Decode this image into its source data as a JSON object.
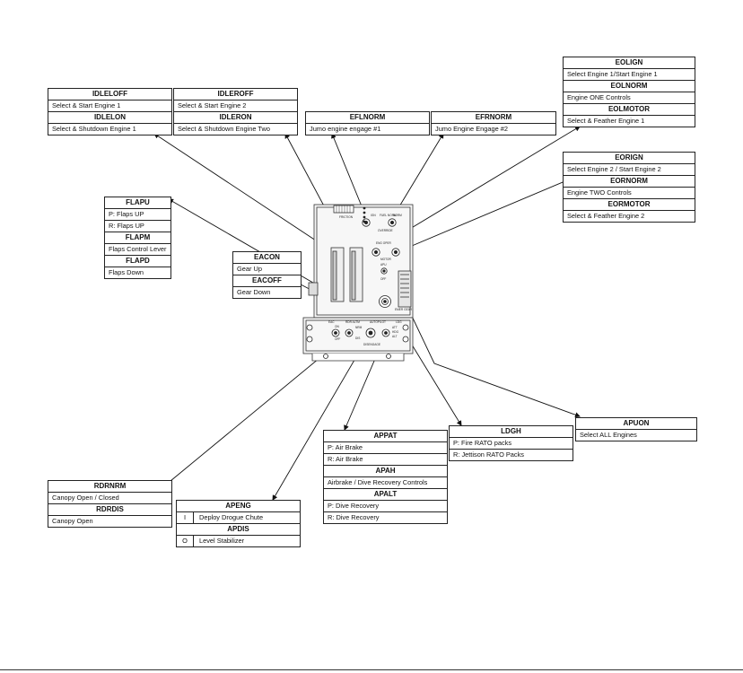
{
  "boxes": {
    "idleoff": {
      "title": "IDLELOFF",
      "rows": [
        "Select & Start Engine 1"
      ]
    },
    "idlelon": {
      "title": "IDLELON",
      "rows": [
        "Select  & Shutdown Engine 1"
      ]
    },
    "idleroff": {
      "title": "IDLEROFF",
      "rows": [
        "Select & Start Engine 2"
      ]
    },
    "idleron": {
      "title": "IDLERON",
      "rows": [
        "Select  & Shutdown Engine Two"
      ]
    },
    "eflnorm": {
      "title": "EFLNORM",
      "rows": [
        "Jumo engine engage #1"
      ]
    },
    "efrnorm": {
      "title": "EFRNORM",
      "rows": [
        "Jumo Engine Engage #2"
      ]
    },
    "eolign": {
      "title": "EOLIGN",
      "rows": [
        "Select Engine 1/Start Engine 1"
      ]
    },
    "eolnorm": {
      "title": "EOLNORM",
      "rows": [
        "Engine ONE Controls"
      ]
    },
    "eolmotor": {
      "title": "EOLMOTOR",
      "rows": [
        "Select & Feather Engine 1"
      ]
    },
    "eorign": {
      "title": "EORIGN",
      "rows": [
        "Select Engine 2 / Start Engine 2"
      ]
    },
    "eornorm": {
      "title": "EORNORM",
      "rows": [
        "Engine TWO Controls"
      ]
    },
    "eormotor": {
      "title": "EORMOTOR",
      "rows": [
        "Select & Feather Engine 2"
      ]
    },
    "flapu": {
      "title": "FLAPU",
      "rows": [
        "P: Flaps UP",
        "R: Flaps UP"
      ]
    },
    "flapm": {
      "title": "FLAPM",
      "rows": [
        "Flaps Control Lever"
      ]
    },
    "flapd": {
      "title": "FLAPD",
      "rows": [
        "Flaps Down"
      ]
    },
    "eacon": {
      "title": "EACON",
      "rows": [
        "Gear Up"
      ]
    },
    "eacoff": {
      "title": "EACOFF",
      "rows": [
        "Gear Down"
      ]
    },
    "appat": {
      "title": "APPAT",
      "rows": [
        "P: Air Brake",
        "R: Air Brake"
      ]
    },
    "apah": {
      "title": "APAH",
      "rows": [
        "Airbrake / Dive Recovery Controls"
      ]
    },
    "apalt": {
      "title": "APALT",
      "rows": [
        "P: Dive Recovery",
        "R: Dive Recovery"
      ]
    },
    "ldgh": {
      "title": "LDGH",
      "rows": [
        "P: Fire RATO packs",
        "R: Jettison RATO Packs"
      ]
    },
    "apuon": {
      "title": "APUON",
      "rows": [
        "Select ALL Engines"
      ]
    },
    "rdrnrm": {
      "title": "RDRNRM",
      "rows": [
        "Canopy Open / Closed"
      ]
    },
    "rdrdis": {
      "title": "RDRDIS",
      "rows": [
        "Canopy Open"
      ]
    },
    "apeng": {
      "title": "APENG",
      "rows": [
        {
          "k": "I",
          "v": "Deploy Drogue Chute"
        }
      ]
    },
    "apdis": {
      "title": "APDIS",
      "rows": [
        {
          "k": "O",
          "v": "Level Stabilizer"
        }
      ]
    }
  },
  "panel_labels": {
    "friction": "FRICTION",
    "ign": "IGN",
    "fuel_norm": "FUEL NORM",
    "norm": "NORM",
    "override": "OVERRIDE",
    "eng_oper": "ENG OPER",
    "motor": "MOTOR",
    "apu": "APU",
    "off": "OFF",
    "eac": "EAC",
    "on": "ON",
    "off2": "OFF",
    "rdr_altm": "RDR ALTM",
    "nrm": "NRM",
    "dis": "DIS",
    "autopilot": "AUTOPILOT",
    "eng": "ENG",
    "ap_disengage": "DISENGAGE",
    "alt": "ALT",
    "att": "ATT",
    "hdg": "HDG",
    "ldg": "LDG",
    "max": "MAX",
    "emer_gear": "EMER GEAR"
  }
}
